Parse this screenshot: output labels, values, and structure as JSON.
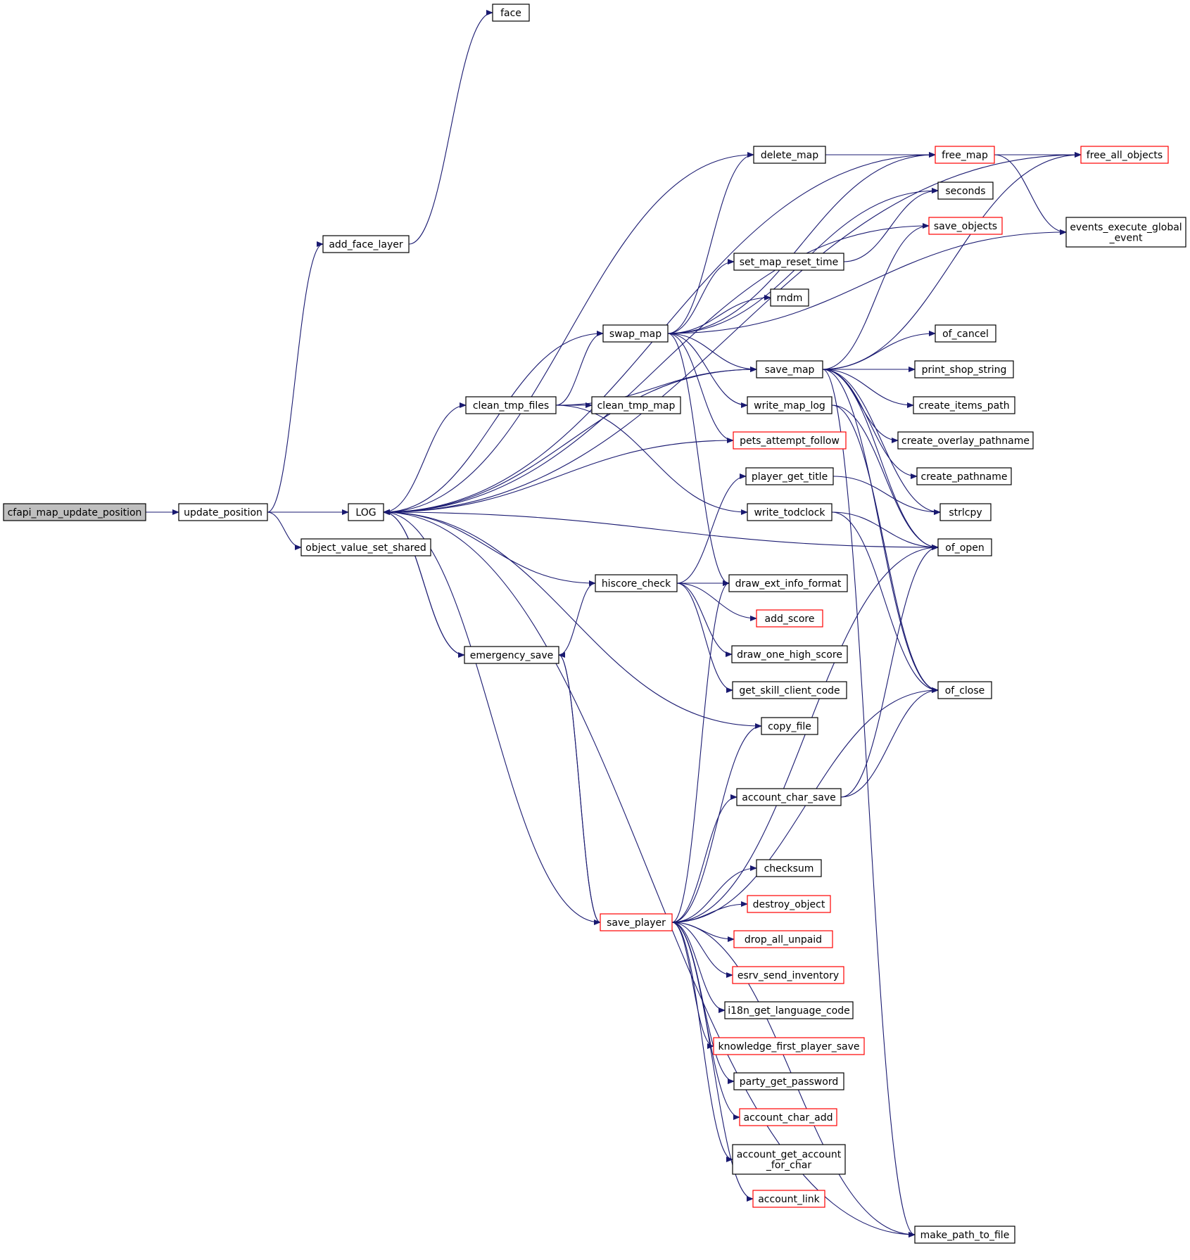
{
  "graph": {
    "kind": "call-graph",
    "colors": {
      "edge": "#191970",
      "root_fill": "#bfbfbf",
      "node_fill": "#ffffff",
      "node_border": "#000000",
      "truncated_border": "#ff0000"
    },
    "root": "cfapi_map_update_position",
    "nodes": [
      {
        "id": "cfapi_map_update_position",
        "label": "cfapi_map_update_position",
        "truncated": false
      },
      {
        "id": "update_position",
        "label": "update_position",
        "truncated": false
      },
      {
        "id": "add_face_layer",
        "label": "add_face_layer",
        "truncated": false
      },
      {
        "id": "face",
        "label": "face",
        "truncated": false
      },
      {
        "id": "LOG",
        "label": "LOG",
        "truncated": false
      },
      {
        "id": "object_value_set_shared",
        "label": "object_value_set_shared",
        "truncated": false
      },
      {
        "id": "clean_tmp_files",
        "label": "clean_tmp_files",
        "truncated": false
      },
      {
        "id": "emergency_save",
        "label": "emergency_save",
        "truncated": false
      },
      {
        "id": "swap_map",
        "label": "swap_map",
        "truncated": false
      },
      {
        "id": "clean_tmp_map",
        "label": "clean_tmp_map",
        "truncated": false
      },
      {
        "id": "hiscore_check",
        "label": "hiscore_check",
        "truncated": false
      },
      {
        "id": "save_player",
        "label": "save_player",
        "truncated": true
      },
      {
        "id": "delete_map",
        "label": "delete_map",
        "truncated": false
      },
      {
        "id": "set_map_reset_time",
        "label": "set_map_reset_time",
        "truncated": false
      },
      {
        "id": "rndm",
        "label": "rndm",
        "truncated": false
      },
      {
        "id": "save_map",
        "label": "save_map",
        "truncated": false
      },
      {
        "id": "write_map_log",
        "label": "write_map_log",
        "truncated": false
      },
      {
        "id": "pets_attempt_follow",
        "label": "pets_attempt_follow",
        "truncated": true
      },
      {
        "id": "player_get_title",
        "label": "player_get_title",
        "truncated": false
      },
      {
        "id": "write_todclock",
        "label": "write_todclock",
        "truncated": false
      },
      {
        "id": "draw_ext_info_format",
        "label": "draw_ext_info_format",
        "truncated": false
      },
      {
        "id": "add_score",
        "label": "add_score",
        "truncated": true
      },
      {
        "id": "draw_one_high_score",
        "label": "draw_one_high_score",
        "truncated": false
      },
      {
        "id": "get_skill_client_code",
        "label": "get_skill_client_code",
        "truncated": false
      },
      {
        "id": "copy_file",
        "label": "copy_file",
        "truncated": false
      },
      {
        "id": "account_char_save",
        "label": "account_char_save",
        "truncated": false
      },
      {
        "id": "checksum",
        "label": "checksum",
        "truncated": false
      },
      {
        "id": "destroy_object",
        "label": "destroy_object",
        "truncated": true
      },
      {
        "id": "drop_all_unpaid",
        "label": "drop_all_unpaid",
        "truncated": true
      },
      {
        "id": "esrv_send_inventory",
        "label": "esrv_send_inventory",
        "truncated": true
      },
      {
        "id": "i18n_get_language_code",
        "label": "i18n_get_language_code",
        "truncated": false
      },
      {
        "id": "knowledge_first_player_save",
        "label": "knowledge_first_player_save",
        "truncated": true
      },
      {
        "id": "party_get_password",
        "label": "party_get_password",
        "truncated": false
      },
      {
        "id": "account_char_add",
        "label": "account_char_add",
        "truncated": true
      },
      {
        "id": "account_get_account_for_char",
        "label": "account_get_account\n_for_char",
        "truncated": false
      },
      {
        "id": "account_link",
        "label": "account_link",
        "truncated": true
      },
      {
        "id": "free_map",
        "label": "free_map",
        "truncated": true
      },
      {
        "id": "seconds",
        "label": "seconds",
        "truncated": false
      },
      {
        "id": "save_objects",
        "label": "save_objects",
        "truncated": true
      },
      {
        "id": "of_cancel",
        "label": "of_cancel",
        "truncated": false
      },
      {
        "id": "print_shop_string",
        "label": "print_shop_string",
        "truncated": false
      },
      {
        "id": "create_items_path",
        "label": "create_items_path",
        "truncated": false
      },
      {
        "id": "create_overlay_pathname",
        "label": "create_overlay_pathname",
        "truncated": false
      },
      {
        "id": "create_pathname",
        "label": "create_pathname",
        "truncated": false
      },
      {
        "id": "strlcpy",
        "label": "strlcpy",
        "truncated": false
      },
      {
        "id": "of_open",
        "label": "of_open",
        "truncated": false
      },
      {
        "id": "of_close",
        "label": "of_close",
        "truncated": false
      },
      {
        "id": "make_path_to_file",
        "label": "make_path_to_file",
        "truncated": false
      },
      {
        "id": "free_all_objects",
        "label": "free_all_objects",
        "truncated": true
      },
      {
        "id": "events_execute_global_event",
        "label": "events_execute_global\n_event",
        "truncated": false
      }
    ],
    "edges": [
      [
        "cfapi_map_update_position",
        "update_position"
      ],
      [
        "update_position",
        "add_face_layer"
      ],
      [
        "update_position",
        "LOG"
      ],
      [
        "update_position",
        "object_value_set_shared"
      ],
      [
        "add_face_layer",
        "face"
      ],
      [
        "LOG",
        "clean_tmp_files"
      ],
      [
        "LOG",
        "emergency_save"
      ],
      [
        "clean_tmp_files",
        "clean_tmp_map"
      ],
      [
        "clean_tmp_files",
        "swap_map"
      ],
      [
        "clean_tmp_files",
        "save_map"
      ],
      [
        "clean_tmp_files",
        "write_todclock"
      ],
      [
        "swap_map",
        "LOG"
      ],
      [
        "swap_map",
        "delete_map"
      ],
      [
        "swap_map",
        "free_map"
      ],
      [
        "swap_map",
        "seconds"
      ],
      [
        "swap_map",
        "set_map_reset_time"
      ],
      [
        "swap_map",
        "rndm"
      ],
      [
        "swap_map",
        "events_execute_global_event"
      ],
      [
        "swap_map",
        "save_map"
      ],
      [
        "swap_map",
        "write_map_log"
      ],
      [
        "swap_map",
        "pets_attempt_follow"
      ],
      [
        "swap_map",
        "draw_ext_info_format"
      ],
      [
        "delete_map",
        "LOG"
      ],
      [
        "delete_map",
        "free_map"
      ],
      [
        "free_map",
        "LOG"
      ],
      [
        "free_map",
        "free_all_objects"
      ],
      [
        "free_map",
        "events_execute_global_event"
      ],
      [
        "free_all_objects",
        "LOG"
      ],
      [
        "set_map_reset_time",
        "seconds"
      ],
      [
        "save_objects",
        "LOG"
      ],
      [
        "save_map",
        "LOG"
      ],
      [
        "save_map",
        "save_objects"
      ],
      [
        "save_map",
        "free_all_objects"
      ],
      [
        "save_map",
        "of_cancel"
      ],
      [
        "save_map",
        "print_shop_string"
      ],
      [
        "save_map",
        "create_items_path"
      ],
      [
        "save_map",
        "create_overlay_pathname"
      ],
      [
        "save_map",
        "create_pathname"
      ],
      [
        "save_map",
        "strlcpy"
      ],
      [
        "save_map",
        "of_open"
      ],
      [
        "save_map",
        "of_close"
      ],
      [
        "save_map",
        "make_path_to_file"
      ],
      [
        "write_map_log",
        "of_open"
      ],
      [
        "write_map_log",
        "of_close"
      ],
      [
        "pets_attempt_follow",
        "LOG"
      ],
      [
        "player_get_title",
        "strlcpy"
      ],
      [
        "write_todclock",
        "of_open"
      ],
      [
        "write_todclock",
        "of_close"
      ],
      [
        "of_open",
        "LOG"
      ],
      [
        "hiscore_check",
        "LOG"
      ],
      [
        "hiscore_check",
        "player_get_title"
      ],
      [
        "hiscore_check",
        "draw_ext_info_format"
      ],
      [
        "hiscore_check",
        "add_score"
      ],
      [
        "hiscore_check",
        "draw_one_high_score"
      ],
      [
        "hiscore_check",
        "get_skill_client_code"
      ],
      [
        "emergency_save",
        "LOG"
      ],
      [
        "emergency_save",
        "hiscore_check"
      ],
      [
        "emergency_save",
        "save_player"
      ],
      [
        "copy_file",
        "LOG"
      ],
      [
        "save_player",
        "LOG"
      ],
      [
        "save_player",
        "emergency_save"
      ],
      [
        "save_player",
        "draw_ext_info_format"
      ],
      [
        "save_player",
        "copy_file"
      ],
      [
        "save_player",
        "of_open"
      ],
      [
        "save_player",
        "account_char_save"
      ],
      [
        "save_player",
        "of_close"
      ],
      [
        "save_player",
        "checksum"
      ],
      [
        "save_player",
        "destroy_object"
      ],
      [
        "save_player",
        "drop_all_unpaid"
      ],
      [
        "save_player",
        "esrv_send_inventory"
      ],
      [
        "save_player",
        "i18n_get_language_code"
      ],
      [
        "save_player",
        "knowledge_first_player_save"
      ],
      [
        "save_player",
        "party_get_password"
      ],
      [
        "save_player",
        "account_char_add"
      ],
      [
        "save_player",
        "account_get_account_for_char"
      ],
      [
        "save_player",
        "account_link"
      ],
      [
        "save_player",
        "make_path_to_file"
      ],
      [
        "account_char_save",
        "of_open"
      ],
      [
        "account_char_save",
        "of_close"
      ],
      [
        "make_path_to_file",
        "LOG"
      ]
    ]
  }
}
